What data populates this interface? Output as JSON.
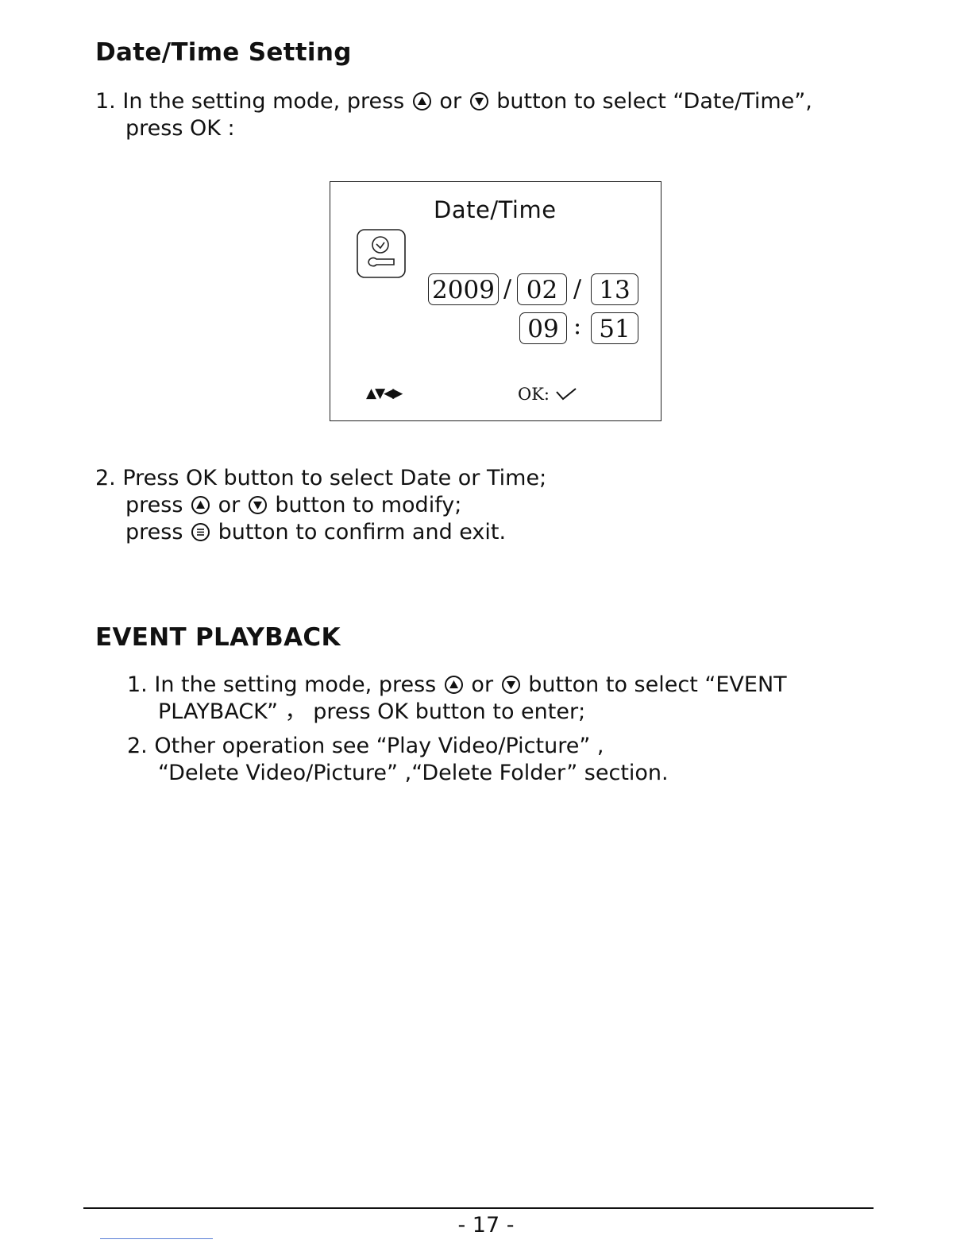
{
  "section1": {
    "heading": "Date/Time Setting",
    "step1": {
      "num": "1.",
      "a": "In the setting mode, press",
      "or": "or",
      "b": "button to select “Date/Time”,",
      "c": "press OK :"
    },
    "screen": {
      "title": "Date/Time",
      "year": "2009",
      "month": "02",
      "day": "13",
      "hour": "09",
      "minute": "51",
      "date_sep": "/",
      "time_sep": ":",
      "nav_arrows": "▲▼◀▶",
      "ok_label": "OK:"
    },
    "step2": {
      "num": "2.",
      "l1": "Press OK button to select Date or Time;",
      "l2a": "press",
      "l2or": "or",
      "l2b": "button to modify;",
      "l3a": "press",
      "l3b": "button to confirm and exit."
    }
  },
  "section2": {
    "heading": "EVENT PLAYBACK",
    "step1": {
      "num": "1.",
      "a": "In the setting mode,  press",
      "or": "or",
      "b": "button to select “EVENT",
      "c": "PLAYBACK” ， press OK button to enter;"
    },
    "step2": {
      "num": "2.",
      "a": "Other operation see  “Play Video/Picture” ,",
      "b": "“Delete Video/Picture” ,“Delete Folder” section."
    }
  },
  "footer": {
    "page_number": "- 17 -"
  },
  "icons": [
    "up-button-icon",
    "down-button-icon",
    "menu-button-icon",
    "clock-wrench-icon",
    "checkmark-icon"
  ]
}
